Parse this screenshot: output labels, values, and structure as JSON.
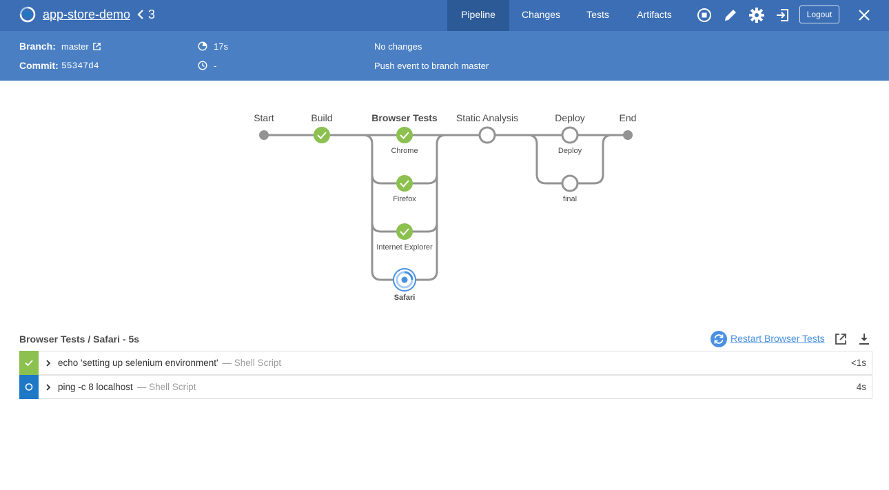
{
  "header": {
    "app_name": "app-store-demo",
    "run_number": "3",
    "tabs": [
      {
        "label": "Pipeline",
        "active": true
      },
      {
        "label": "Changes",
        "active": false
      },
      {
        "label": "Tests",
        "active": false
      },
      {
        "label": "Artifacts",
        "active": false
      }
    ],
    "icons": [
      "stop-icon",
      "edit-icon",
      "settings-icon",
      "sign-in-icon",
      "close-icon"
    ],
    "logout_label": "Logout",
    "color": "#3b6eb4"
  },
  "run_info": {
    "branch_label": "Branch:",
    "branch_value": "master",
    "commit_label": "Commit:",
    "commit_value": "55347d4",
    "duration": "17s",
    "time": "-",
    "changes": "No changes",
    "cause": "Push event to branch master",
    "color": "#4a7fc3"
  },
  "pipeline": {
    "stages": [
      {
        "name": "Start",
        "type": "terminal"
      },
      {
        "name": "Build",
        "status": "success"
      },
      {
        "name": "Browser Tests",
        "selected": true,
        "branches": [
          {
            "name": "Chrome",
            "status": "success"
          },
          {
            "name": "Firefox",
            "status": "success"
          },
          {
            "name": "Internet Explorer",
            "status": "success"
          },
          {
            "name": "Safari",
            "status": "running",
            "selected": true
          }
        ]
      },
      {
        "name": "Static Analysis",
        "status": "not_built"
      },
      {
        "name": "Deploy",
        "branches": [
          {
            "name": "Deploy",
            "status": "not_built"
          },
          {
            "name": "final",
            "status": "not_built"
          }
        ]
      },
      {
        "name": "End",
        "type": "terminal"
      }
    ],
    "colors": {
      "success": "#8cc04f",
      "running": "#4a90e2",
      "line": "#949393"
    }
  },
  "steps_panel": {
    "title": "Browser Tests / Safari - 5s",
    "restart_label": "Restart Browser Tests",
    "steps": [
      {
        "command": "echo 'setting up selenium environment'",
        "type": "— Shell Script",
        "duration": "<1s",
        "status": "success"
      },
      {
        "command": "ping -c 8 localhost",
        "type": "— Shell Script",
        "duration": "4s",
        "status": "running"
      }
    ]
  }
}
